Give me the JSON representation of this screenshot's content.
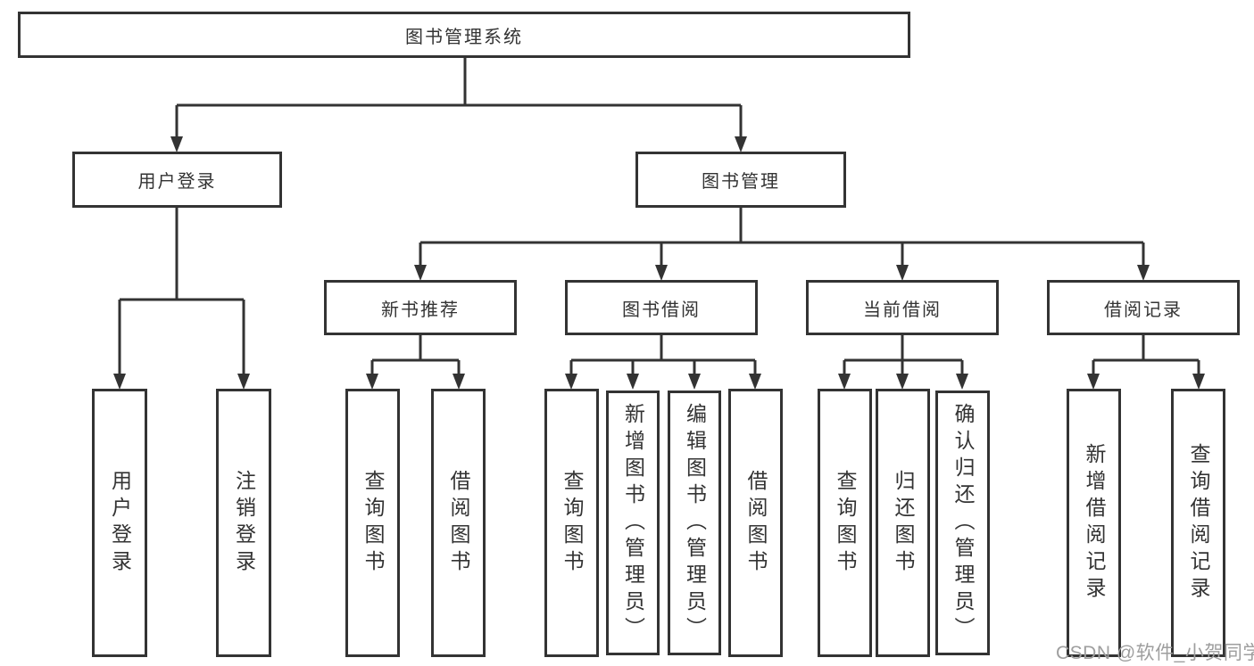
{
  "tree": {
    "label": "图书管理系统",
    "children": [
      {
        "label": "用户登录",
        "children": [
          {
            "label": "用户登录"
          },
          {
            "label": "注销登录"
          }
        ]
      },
      {
        "label": "图书管理",
        "children": [
          {
            "label": "新书推荐",
            "children": [
              {
                "label": "查询图书"
              },
              {
                "label": "借阅图书"
              }
            ]
          },
          {
            "label": "图书借阅",
            "children": [
              {
                "label": "查询图书"
              },
              {
                "label": "新增图书（管理员）"
              },
              {
                "label": "编辑图书（管理员）"
              },
              {
                "label": "借阅图书"
              }
            ]
          },
          {
            "label": "当前借阅",
            "children": [
              {
                "label": "查询图书"
              },
              {
                "label": "归还图书"
              },
              {
                "label": "确认归还（管理员）"
              }
            ]
          },
          {
            "label": "借阅记录",
            "children": [
              {
                "label": "新增借阅记录"
              },
              {
                "label": "查询借阅记录"
              }
            ]
          }
        ]
      }
    ]
  },
  "watermark": {
    "text": "CSDN @软件_小贺同学"
  },
  "colors": {
    "line": "#333333",
    "text": "#333333",
    "watermark": "#9e9e9e",
    "background": "#ffffff"
  }
}
